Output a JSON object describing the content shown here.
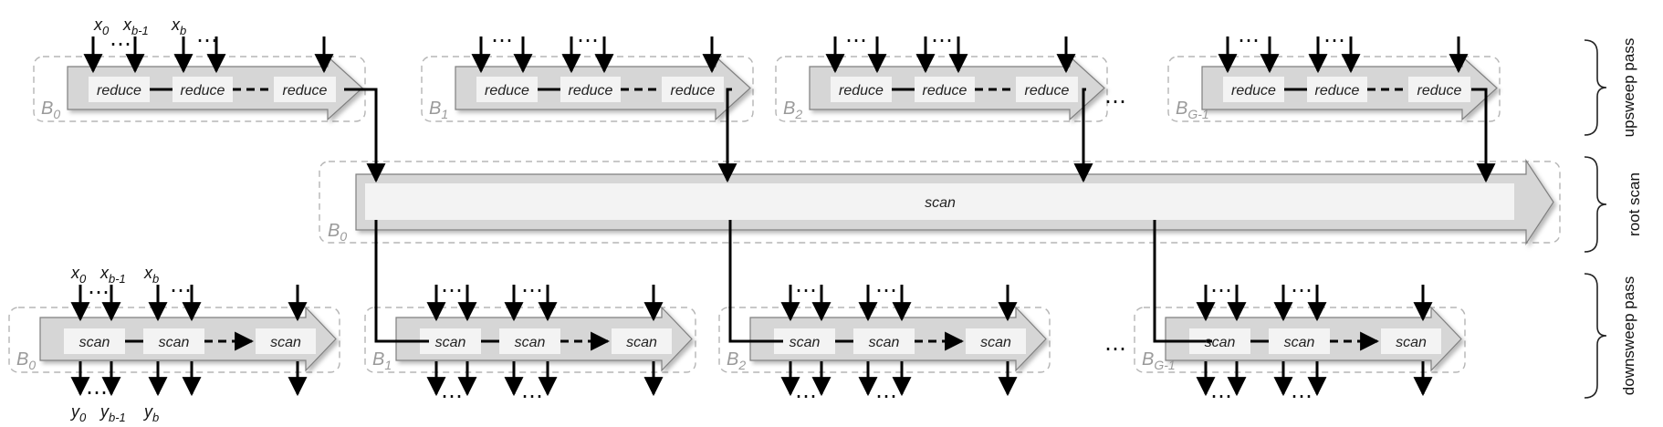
{
  "colors": {
    "arrow_fill": "#d6d6d6",
    "arrow_stroke": "#7f7f7f",
    "node_fill": "#f3f3f3",
    "block_border": "#b5b5b5",
    "line": "#000000",
    "label": "#9a9a9a"
  },
  "sections": {
    "upsweep": "upsweep pass",
    "root": "root scan",
    "downsweep": "downsweep pass"
  },
  "upsweep": {
    "node_label": "reduce",
    "blocks": [
      {
        "base": "B",
        "sub": "0"
      },
      {
        "base": "B",
        "sub": "1"
      },
      {
        "base": "B",
        "sub": "2"
      },
      {
        "base": "B",
        "sub": "G-1"
      }
    ],
    "inputs": [
      {
        "base": "x",
        "sub": "0"
      },
      {
        "base": "x",
        "sub": "b-1"
      },
      {
        "base": "x",
        "sub": "b"
      }
    ]
  },
  "root": {
    "node_label": "scan",
    "block": {
      "base": "B",
      "sub": "0"
    }
  },
  "downsweep": {
    "node_label": "scan",
    "blocks": [
      {
        "base": "B",
        "sub": "0"
      },
      {
        "base": "B",
        "sub": "1"
      },
      {
        "base": "B",
        "sub": "2"
      },
      {
        "base": "B",
        "sub": "G-1"
      }
    ],
    "inputs": [
      {
        "base": "x",
        "sub": "0"
      },
      {
        "base": "x",
        "sub": "b-1"
      },
      {
        "base": "x",
        "sub": "b"
      }
    ],
    "outputs": [
      {
        "base": "y",
        "sub": "0"
      },
      {
        "base": "y",
        "sub": "b-1"
      },
      {
        "base": "y",
        "sub": "b"
      }
    ]
  },
  "ellipsis": "…"
}
